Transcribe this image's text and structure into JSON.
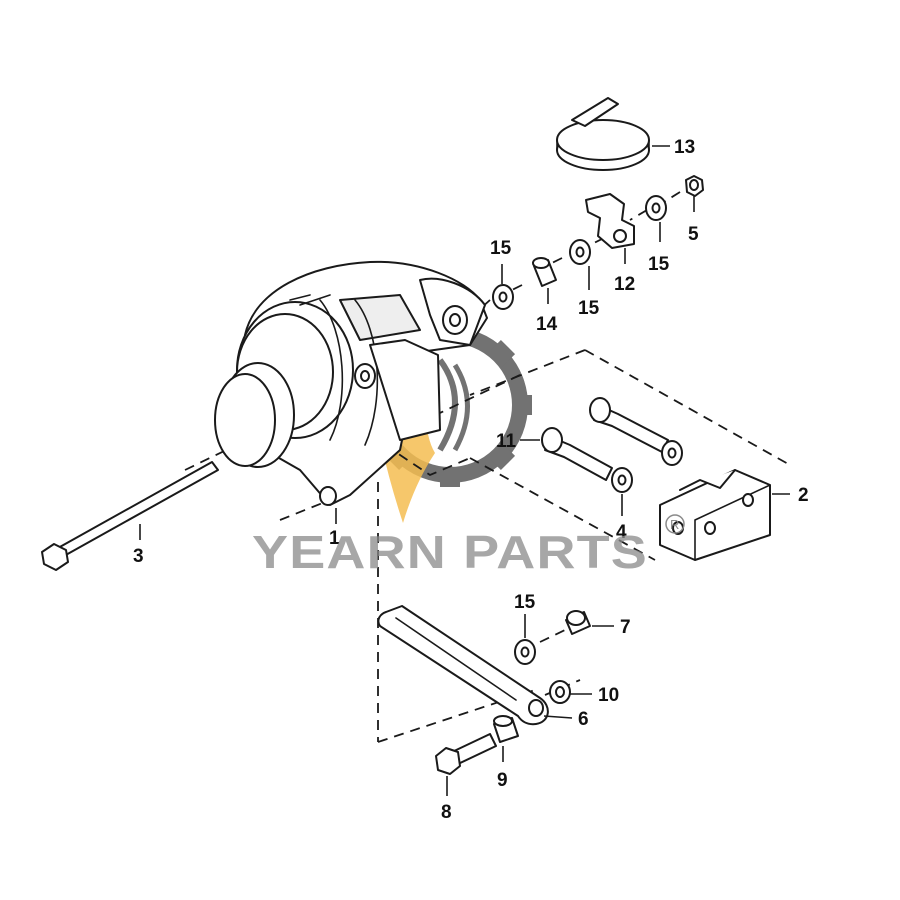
{
  "callouts": [
    {
      "id": "1",
      "text": "1"
    },
    {
      "id": "2",
      "text": "2"
    },
    {
      "id": "3",
      "text": "3"
    },
    {
      "id": "4",
      "text": "4"
    },
    {
      "id": "5",
      "text": "5"
    },
    {
      "id": "6",
      "text": "6"
    },
    {
      "id": "7",
      "text": "7"
    },
    {
      "id": "8",
      "text": "8"
    },
    {
      "id": "9",
      "text": "9"
    },
    {
      "id": "10",
      "text": "10"
    },
    {
      "id": "11",
      "text": "11"
    },
    {
      "id": "12",
      "text": "12"
    },
    {
      "id": "13",
      "text": "13"
    },
    {
      "id": "14",
      "text": "14"
    },
    {
      "id": "15a",
      "text": "15"
    },
    {
      "id": "15b",
      "text": "15"
    },
    {
      "id": "15c",
      "text": "15"
    },
    {
      "id": "15d",
      "text": "15"
    }
  ],
  "watermark": {
    "brand": "YEARN PARTS",
    "registered": "R",
    "colors": {
      "gear": "#5a5a5a",
      "flame": "#f2b233",
      "text": "#8a8a8a"
    }
  }
}
